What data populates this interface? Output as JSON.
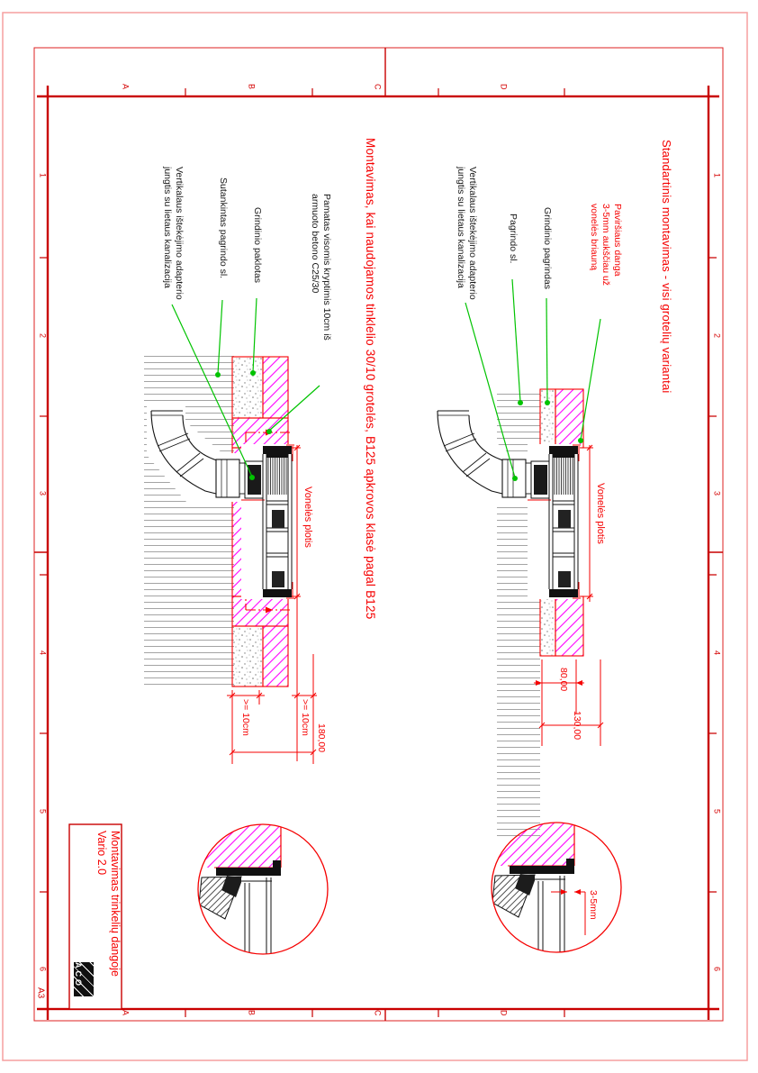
{
  "frame": {
    "zone_letters_top": [
      "A",
      "B",
      "C",
      "D"
    ],
    "zone_letters_bottom": [
      "A",
      "B",
      "C",
      "D"
    ],
    "zone_numbers_left": [
      "1",
      "2",
      "3",
      "4",
      "5",
      "6"
    ],
    "zone_numbers_right": [
      "1",
      "2",
      "3",
      "4",
      "5",
      "6"
    ],
    "format_label": "A3"
  },
  "titles": {
    "standard": "Standartinis montavimas - visi grotelių variantai",
    "mesh": "Montavimas, kai naudojamos tinklelio 30/10 grotelės, B125 apkrovos klasė pagal B125"
  },
  "left_drawing": {
    "labels": {
      "outlet_adapter": "Vertikalaus ištekėjimo adapterio\njungtis su lietaus kanalizacija",
      "compacted_base": "Sutankintas pagrindo sl.",
      "paving_bedding": "Grindinio paklotas",
      "foundation": "Pamatas visomis kryptimis 10cm iš\narmuoto betono C25/30"
    },
    "dims": {
      "channel_width": "Vonelės plotis",
      "min_side": ">= 10cm",
      "min_bottom": ">= 10cm",
      "total": "180,00"
    }
  },
  "right_drawing": {
    "labels": {
      "outlet_adapter": "Vertikalaus ištekėjimo adapterio\njungtis su lietaus kanalizacija",
      "base_layer": "Pagrindo sl.",
      "paving_base": "Grindinio pagrindas",
      "surface_note": "Paviršiaus danga\n3-5mm aukščiau už\nvonelės briauną"
    },
    "dims": {
      "channel_width": "Vonelės plotis",
      "paver_depth": "80,00",
      "total_depth": "130,00"
    }
  },
  "detail": {
    "gap_dim": "3-5mm"
  },
  "title_block": {
    "product": "Vario 2.0",
    "drawing_title": "Montavimas trinkelių dangoje",
    "logo": "ACO",
    "format": "A3"
  },
  "colors": {
    "annotation_red": "#f50000",
    "frame_red": "#cc0000",
    "leader_green": "#00c300",
    "paver_magenta": "#ff00ff"
  }
}
